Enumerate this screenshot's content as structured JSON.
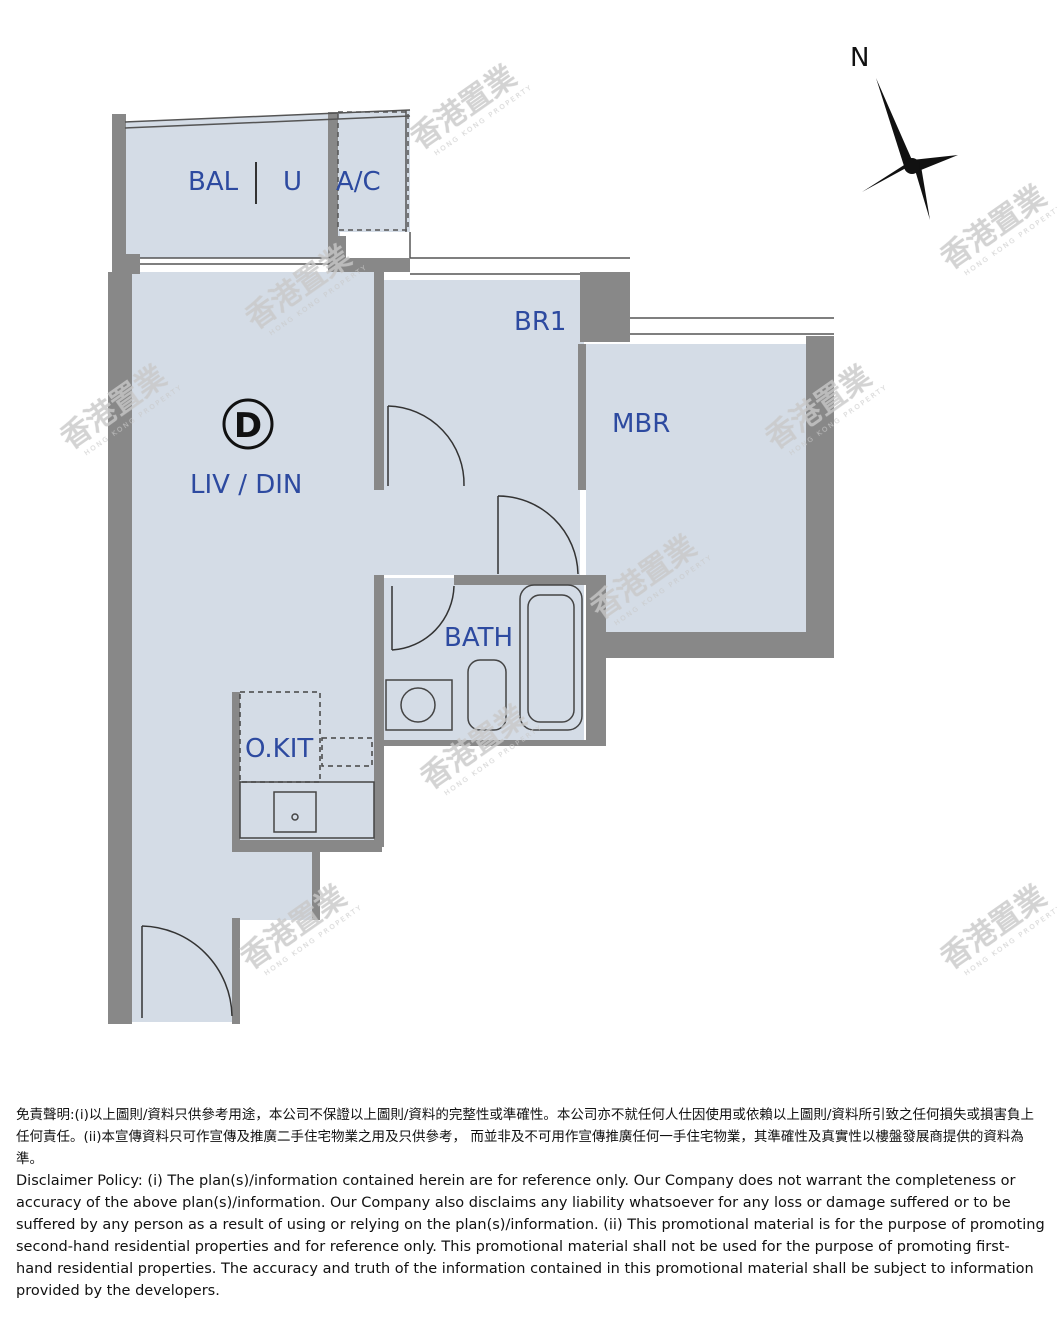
{
  "plan": {
    "unit_letter": "D",
    "north_label": "N",
    "rooms": {
      "bal": "BAL",
      "u": "U",
      "ac": "A/C",
      "br1": "BR1",
      "mbr": "MBR",
      "liv_din": "LIV / DIN",
      "bath": "BATH",
      "okit": "O.KIT"
    },
    "watermark": {
      "text": "香港置業",
      "subtext": "HONG KONG PROPERTY"
    },
    "colors": {
      "room_fill": "#d4dce6",
      "wall": "#888888",
      "label": "#2d4aa0"
    }
  },
  "disclaimer": {
    "chinese": "免責聲明:(i)以上圖則/資料只供參考用途，本公司不保證以上圖則/資料的完整性或準確性。本公司亦不就任何人仕因使用或依賴以上圖則/資料所引致之任何損失或損害負上任何責任。(ii)本宣傳資料只可作宣傳及推廣二手住宅物業之用及只供參考， 而並非及不可用作宣傳推廣任何一手住宅物業，其準確性及真實性以樓盤發展商提供的資料為準。",
    "english": "Disclaimer Policy: (i) The plan(s)/information contained herein are for reference only. Our Company does not warrant the completeness or accuracy of the above plan(s)/information. Our Company also disclaims any liability whatsoever for any loss or damage suffered or to be suffered by any person as a result of using or relying on the plan(s)/information. (ii) This promotional material is for the purpose of promoting second-hand residential properties and for reference only. This promotional material shall not be used for the purpose of promoting first-hand residential properties. The accuracy and truth of the information contained in this promotional material shall be subject to information provided by the developers."
  }
}
